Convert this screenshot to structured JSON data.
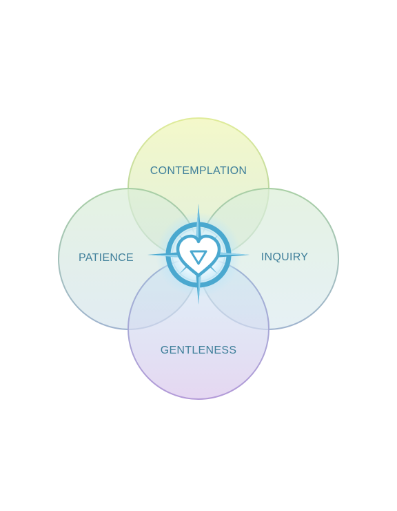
{
  "diagram": {
    "labels": {
      "top": "CONTEMPLATION",
      "left": "PATIENCE",
      "right": "INQUIRY",
      "bottom": "GENTLENESS"
    },
    "center_icon": "compass-heart-icon",
    "colors": {
      "top_fill": "#e8f2b0",
      "left_fill": "#d3ebd6",
      "right_fill": "#d3ebe0",
      "bottom_fill": "#dccbec",
      "outline_green": "#a9cc9c",
      "outline_purple": "#b39fd6",
      "text": "#3f7f9a",
      "compass": "#4aa8cf",
      "glow": "#cfeefc"
    }
  }
}
